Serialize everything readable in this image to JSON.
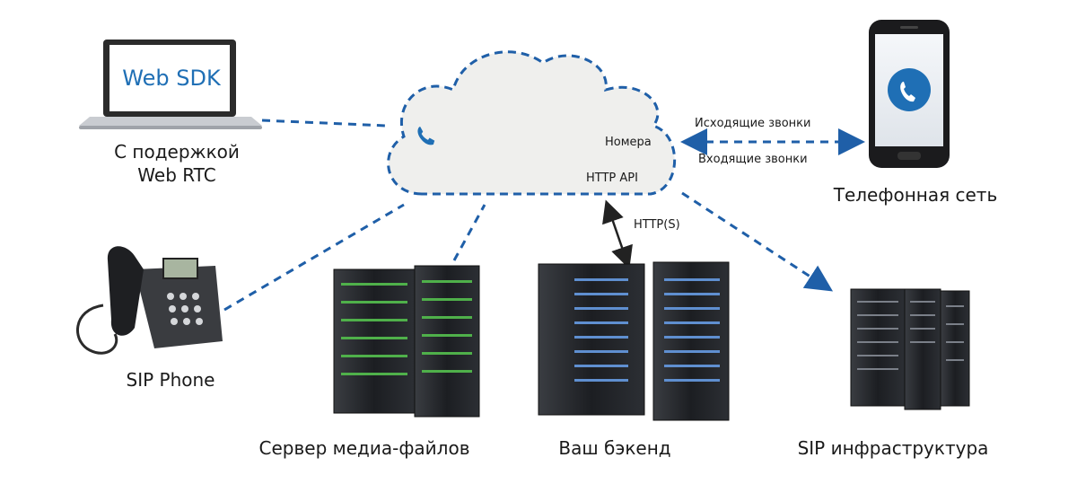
{
  "nodes": {
    "laptop": {
      "screen_text": "Web SDK",
      "label_line1": "С подержкой",
      "label_line2": "Web RTC"
    },
    "sip_phone": {
      "label": "SIP Phone"
    },
    "media_server": {
      "label": "Сервер медиа-файлов"
    },
    "backend": {
      "label": "Ваш бэкенд"
    },
    "sip_infra": {
      "label": "SIP инфраструктура"
    },
    "phone_network": {
      "label": "Телефонная сеть"
    }
  },
  "cloud": {
    "numbers": "Номера",
    "http_api": "HTTP API",
    "phone_icon": "phone-handset-icon"
  },
  "edges": {
    "outgoing_calls": "Исходящие звонки",
    "incoming_calls": "Входящие звонки",
    "https": "HTTP(S)"
  },
  "colors": {
    "line": "#1f5fa8",
    "accent": "#1f6fb5",
    "cloud": "#efefed",
    "server_dark": "#222428"
  }
}
